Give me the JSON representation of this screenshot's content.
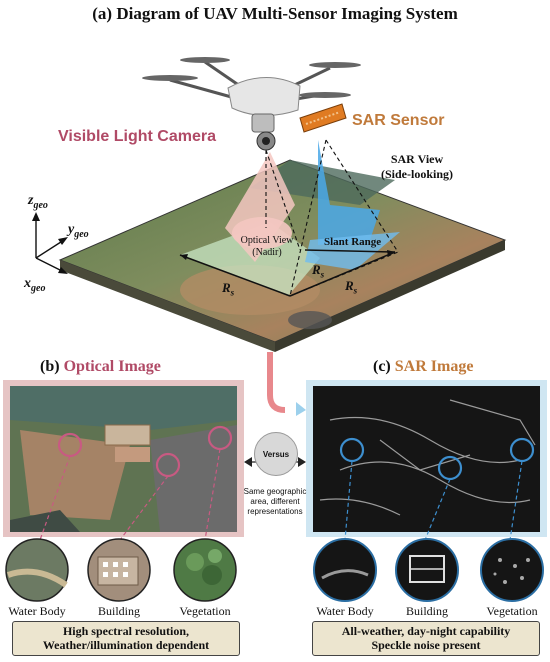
{
  "title": "(a) Diagram of UAV Multi-Sensor Imaging System",
  "camera_label": "Visible Light Camera",
  "sar_label": "SAR Sensor",
  "sar_view": {
    "line1": "SAR View",
    "line2": "(Side-looking)"
  },
  "optical_view": {
    "line1": "Optical View",
    "line2": "(Nadir)"
  },
  "slant_range": "Slant Range",
  "range_symbols": {
    "base": "R",
    "sub": "s"
  },
  "axes": {
    "z": "z",
    "y": "y",
    "x": "x",
    "sub": "geo"
  },
  "panel_b": {
    "prefix": "(b)",
    "name": "Optical Image"
  },
  "panel_c": {
    "prefix": "(c)",
    "name": "SAR Image"
  },
  "versus": "Versus",
  "versus_note": "Same geographic area, different representations",
  "thumbs": [
    "Water Body",
    "Building",
    "Vegetation"
  ],
  "optical_note": {
    "line1": "High spectral resolution,",
    "line2": "Weather/illumination dependent"
  },
  "sar_note": {
    "line1": "All-weather, day-night capability",
    "line2": "Speckle noise present"
  },
  "colors": {
    "optical_accent": "#b04a66",
    "sar_accent": "#c07a3b",
    "optical_frame": "#e6c4c4",
    "sar_frame": "#cfe6f2",
    "note_bg": "#ece5cf",
    "sar_beam": "#4aa8e8"
  }
}
